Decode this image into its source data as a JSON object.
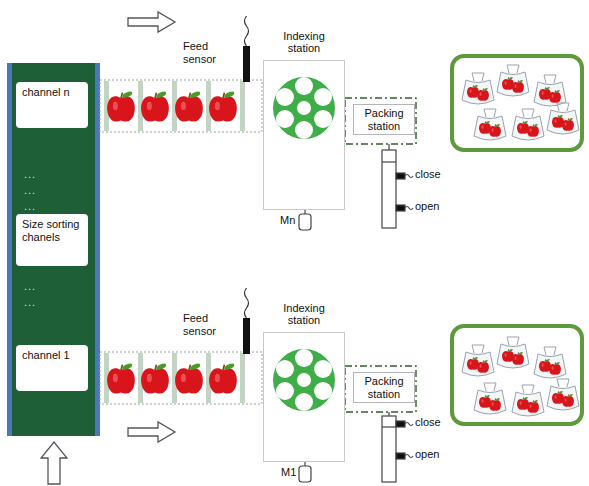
{
  "diagram": {
    "nodes": [
      {
        "text": [
          "channel n"
        ]
      },
      {
        "text": [
          "Size sorting chanels"
        ]
      },
      {
        "text": [
          "channel 1"
        ]
      },
      {
        "text": [
          "Indexing station"
        ]
      },
      {
        "text": [
          "Packing station"
        ]
      },
      {
        "text": [
          "Indexing station"
        ]
      },
      {
        "text": [
          "Packing station"
        ]
      }
    ],
    "labels": [
      "...",
      "...",
      "...",
      "...",
      "...",
      "Feed sensor",
      "Mn",
      "close",
      "open",
      "Feed sensor",
      "M1",
      "close",
      "open"
    ]
  }
}
